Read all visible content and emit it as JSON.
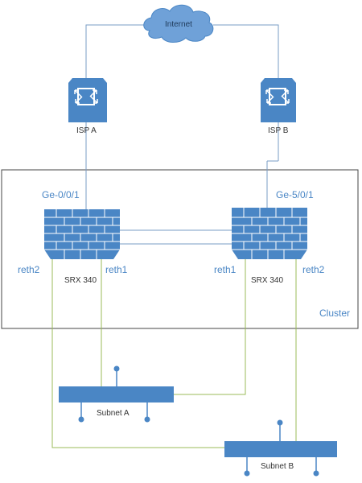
{
  "diagram": {
    "internet_label": "Internet",
    "isp_a_label": "ISP A",
    "isp_b_label": "ISP B",
    "left_uplink_label": "Ge-0/0/1",
    "right_uplink_label": "Ge-5/0/1",
    "left_fw": {
      "name": "SRX 340",
      "port_left": "reth2",
      "port_right": "reth1"
    },
    "right_fw": {
      "name": "SRX 340",
      "port_left": "reth1",
      "port_right": "reth2"
    },
    "cluster_label": "Cluster",
    "subnet_a_label": "Subnet A",
    "subnet_b_label": "Subnet B"
  },
  "colors": {
    "link_blue": "#7a9cc6",
    "link_green": "#9bbb59",
    "device_blue": "#4a86c5",
    "cloud_blue": "#6fa1d8",
    "cluster_border": "#444444"
  }
}
